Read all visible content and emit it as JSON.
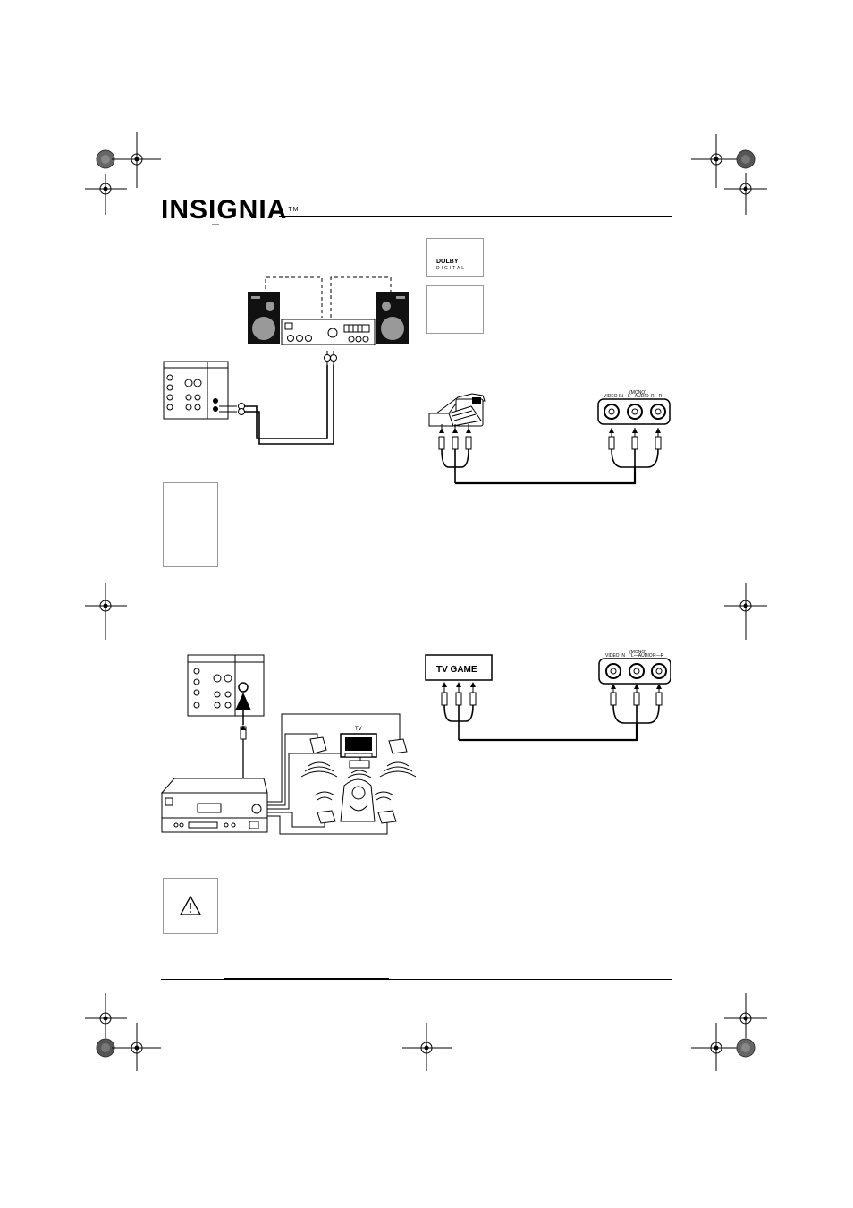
{
  "header": {
    "logo_text": "INSIGNIA",
    "trademark": "TM"
  },
  "dolby_logo": {
    "line1": "DOLBY",
    "line2": "DIGITAL"
  },
  "camcorder_panel": {
    "video_in": "VIDEO IN",
    "mono": "(MONO)",
    "audio": "L—AUDIO",
    "r": "R—R"
  },
  "game_panel": {
    "video_in": "VIDEO IN",
    "mono": "(MONO)",
    "audio": "L—AUDIO",
    "r": "R—R"
  },
  "game_box": {
    "label": "TV GAME"
  },
  "surround": {
    "tv_label": "TV"
  },
  "icons": {
    "warning": "warning-icon",
    "registration": "registration-mark-icon",
    "color_target": "color-target-icon"
  }
}
